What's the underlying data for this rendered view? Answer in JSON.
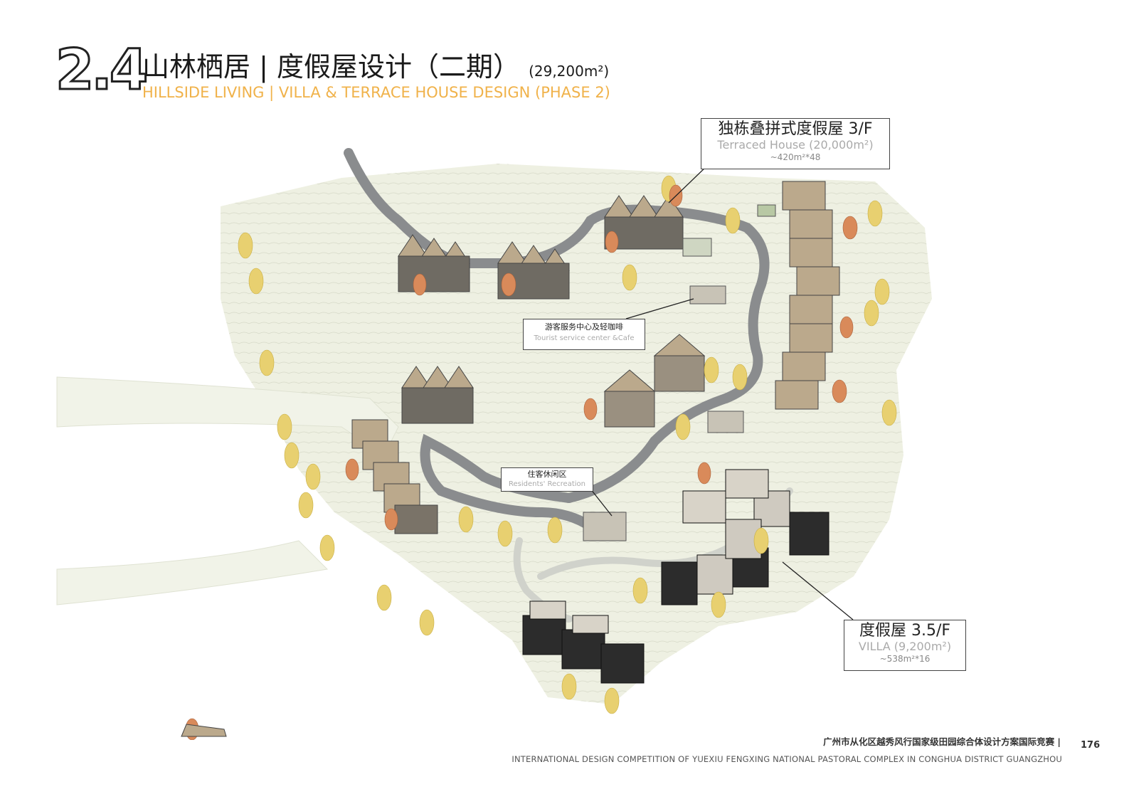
{
  "header": {
    "section_number": "2.4",
    "title_cn": "山林栖居 | 度假屋设计（二期）",
    "area": "(29,200m²)",
    "title_en": "HILLSIDE LIVING | VILLA & TERRACE HOUSE DESIGN (PHASE 2)"
  },
  "callouts": {
    "terraced": {
      "cn": "独栋叠拼式度假屋 3/F",
      "en": "Terraced House (20,000m²)",
      "sub": "~420m²*48"
    },
    "villa": {
      "cn": "度假屋 3.5/F",
      "en": "VILLA (9,200m²)",
      "sub": "~538m²*16"
    },
    "tourist": {
      "cn": "游客服务中心及轻咖啡",
      "en": "Tourist service center &Cafe"
    },
    "resident": {
      "cn": "住客休闲区",
      "en": "Residents' Recreation"
    }
  },
  "footer": {
    "cn": "广州市从化区越秀风行国家级田园综合体设计方案国际竞赛 |",
    "en": "INTERNATIONAL DESIGN COMPETITION OF YUEXIU FENGXING NATIONAL PASTORAL COMPLEX IN CONGHUA DISTRICT GUANGZHOU",
    "page": "176"
  },
  "colors": {
    "accent": "#f0b24a",
    "terrain": "#eef0e2",
    "road": "#8a8c8e",
    "roof": "#bba98c",
    "tree_yellow": "#e8d070",
    "tree_orange": "#d98a5a"
  }
}
